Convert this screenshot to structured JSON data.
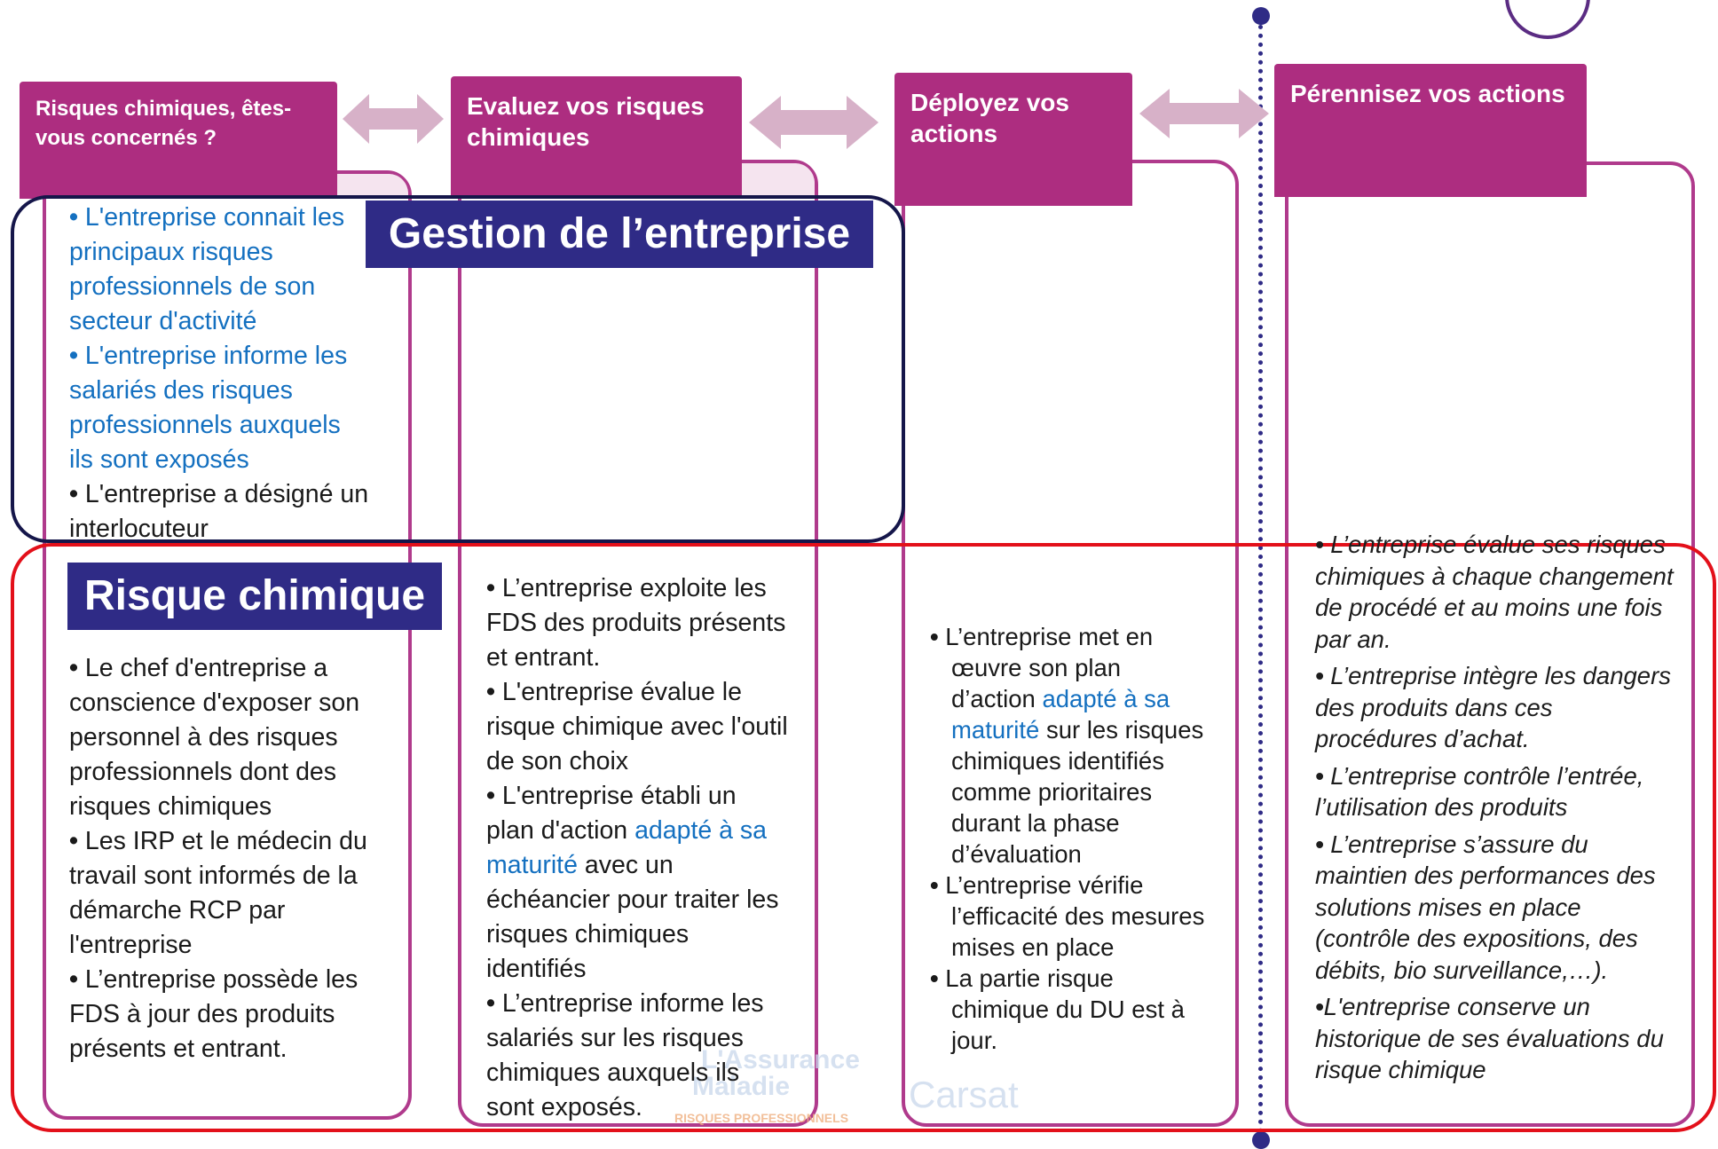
{
  "steps": [
    {
      "title": "Risques chimiques, êtes-vous concernés ?"
    },
    {
      "title": "Evaluez vos risques chimiques"
    },
    {
      "title": "Déployez vos actions"
    },
    {
      "title": "Pérennisez vos actions"
    }
  ],
  "bands": {
    "gestion": "Gestion de l’entreprise",
    "risque": "Risque chimique"
  },
  "gestion_items": [
    "L'entreprise connait les principaux risques professionnels de son secteur d'activité",
    "L'entreprise informe les salariés des risques professionnels auxquels ils sont exposés",
    "L'entreprise a désigné un interlocuteur"
  ],
  "col1_items": [
    "Le chef d'entreprise a conscience d'exposer son personnel à des risques professionnels dont des risques chimiques",
    "Les IRP et le médecin du travail sont informés de la démarche RCP par l'entreprise",
    "L’entreprise possède les FDS à jour des produits présents et entrant."
  ],
  "col2_items": {
    "a": "L’entreprise exploite les FDS des produits présents et entrant.",
    "b": "L'entreprise évalue le risque chimique avec l'outil de son choix",
    "c_pre": "L'entreprise établi un plan d'action ",
    "c_link": "adapté à sa maturité",
    "c_post": " avec un échéancier pour traiter les risques chimiques identifiés",
    "d": "L’entreprise informe les salariés sur les risques chimiques auxquels ils sont exposés."
  },
  "col3_items": {
    "a_pre": "L’entreprise met en œuvre son plan d’action ",
    "a_link": "adapté à sa maturité",
    "a_post": " sur les risques chimiques identifiés comme prioritaires durant la phase d’évaluation",
    "b": "L’entreprise vérifie l’efficacité des mesures mises en place",
    "c": "La partie risque chimique du DU est à jour."
  },
  "col4_items": [
    "L’entreprise évalue ses risques chimiques à chaque changement de procédé et au moins une fois par an.",
    "L’entreprise  intègre les dangers des produits dans ces procédures d’achat.",
    "L’entreprise contrôle l’entrée, l’utilisation des produits",
    "L’entreprise  s’assure du maintien  des performances des solutions mises en place (contrôle des expositions, des débits, bio surveillance,…).",
    "L'entreprise conserve un historique de ses évaluations du risque chimique"
  ],
  "watermark": {
    "line1": "L'Assurance",
    "line2": "Maladie",
    "line3": "RISQUES PROFESSIONNELS",
    "line4": "Carsat"
  },
  "bullet_glyph": "•",
  "colors": {
    "header": "#ad2d80",
    "column_border": "#b03a8c",
    "band_label": "#2f2b86",
    "gestion_border": "#15164a",
    "risque_border": "#e3101a",
    "link_text": "#1470c0",
    "arrow": "#d7b1c8",
    "divider": "#2f2b86"
  }
}
